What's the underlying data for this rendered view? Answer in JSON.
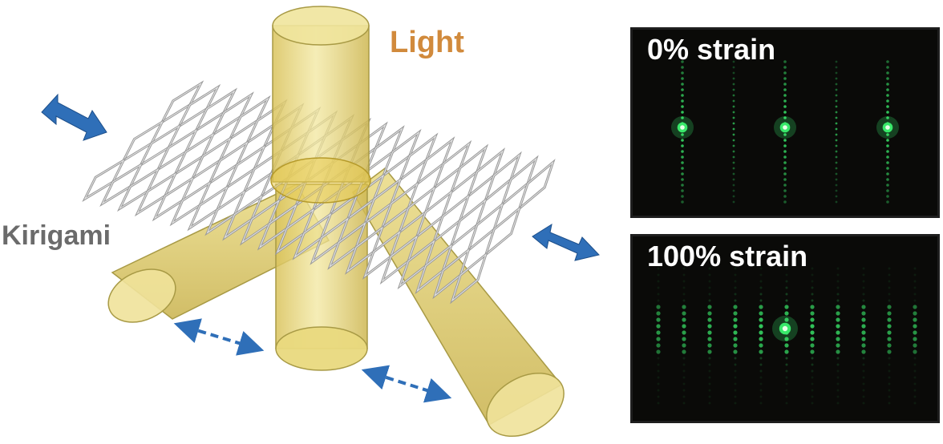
{
  "labels": {
    "light": "Light",
    "kirigami": "Kirigami",
    "panel_top_title": "0% strain",
    "panel_bottom_title": "100% strain"
  },
  "colors": {
    "light_label": "#d18a3c",
    "kirigami_label": "#6b6b6b",
    "arrow_blue": "#2f6fb8",
    "beam_fill": "#e8d77a",
    "beam_stroke": "#a89a45",
    "lattice": "#9a9a9a",
    "diffraction_green": "#39e86a",
    "panel_bg": "#0a0a08"
  },
  "icons": {
    "strain_arrow": "double-headed-arrow",
    "motion_arrow": "dashed-double-headed-arrow"
  }
}
